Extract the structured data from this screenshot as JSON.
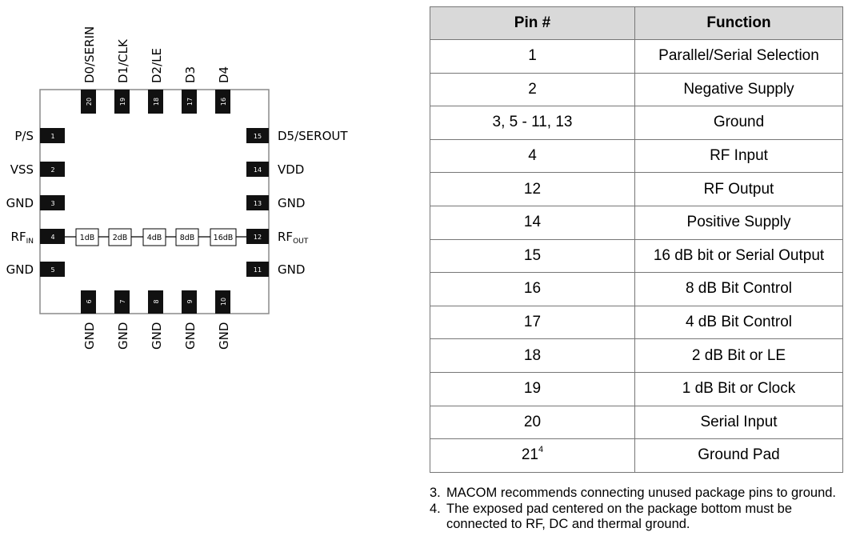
{
  "diagram": {
    "top_labels": [
      "D0/SERIN",
      "D1/CLK",
      "D2/LE",
      "D3",
      "D4"
    ],
    "top_pins": [
      "20",
      "19",
      "18",
      "17",
      "16"
    ],
    "bottom_labels": [
      "GND",
      "GND",
      "GND",
      "GND",
      "GND"
    ],
    "bottom_pins": [
      "6",
      "7",
      "8",
      "9",
      "10"
    ],
    "left_labels": [
      "P/S",
      "VSS",
      "GND",
      "RF",
      "GND"
    ],
    "rf_in_sub": "IN",
    "left_pins": [
      "1",
      "2",
      "3",
      "4",
      "5"
    ],
    "right_labels": [
      "D5/SEROUT",
      "VDD",
      "GND",
      "RF",
      "GND"
    ],
    "rf_out_sub": "OUT",
    "right_pins": [
      "15",
      "14",
      "13",
      "12",
      "11"
    ],
    "attenuators": [
      "1dB",
      "2dB",
      "4dB",
      "8dB",
      "16dB"
    ]
  },
  "table": {
    "headers": [
      "Pin #",
      "Function"
    ],
    "rows": [
      {
        "pin": "1",
        "function": "Parallel/Serial Selection"
      },
      {
        "pin": "2",
        "function": "Negative Supply"
      },
      {
        "pin": "3, 5 - 11, 13",
        "function": "Ground"
      },
      {
        "pin": "4",
        "function": "RF Input"
      },
      {
        "pin": "12",
        "function": "RF Output"
      },
      {
        "pin": "14",
        "function": "Positive Supply"
      },
      {
        "pin": "15",
        "function": "16 dB bit or Serial Output"
      },
      {
        "pin": "16",
        "function": "8 dB Bit Control"
      },
      {
        "pin": "17",
        "function": "4 dB Bit Control"
      },
      {
        "pin": "18",
        "function": "2 dB Bit or LE"
      },
      {
        "pin": "19",
        "function": "1 dB Bit or Clock"
      },
      {
        "pin": "20",
        "function": "Serial Input"
      },
      {
        "pin": "21",
        "pin_sup": "4",
        "function": "Ground Pad"
      }
    ]
  },
  "notes": [
    {
      "num": "3.",
      "text": "MACOM recommends connecting unused package pins to ground."
    },
    {
      "num": "4.",
      "text": "The exposed pad centered on the package bottom must be connected to RF, DC and thermal ground."
    }
  ]
}
